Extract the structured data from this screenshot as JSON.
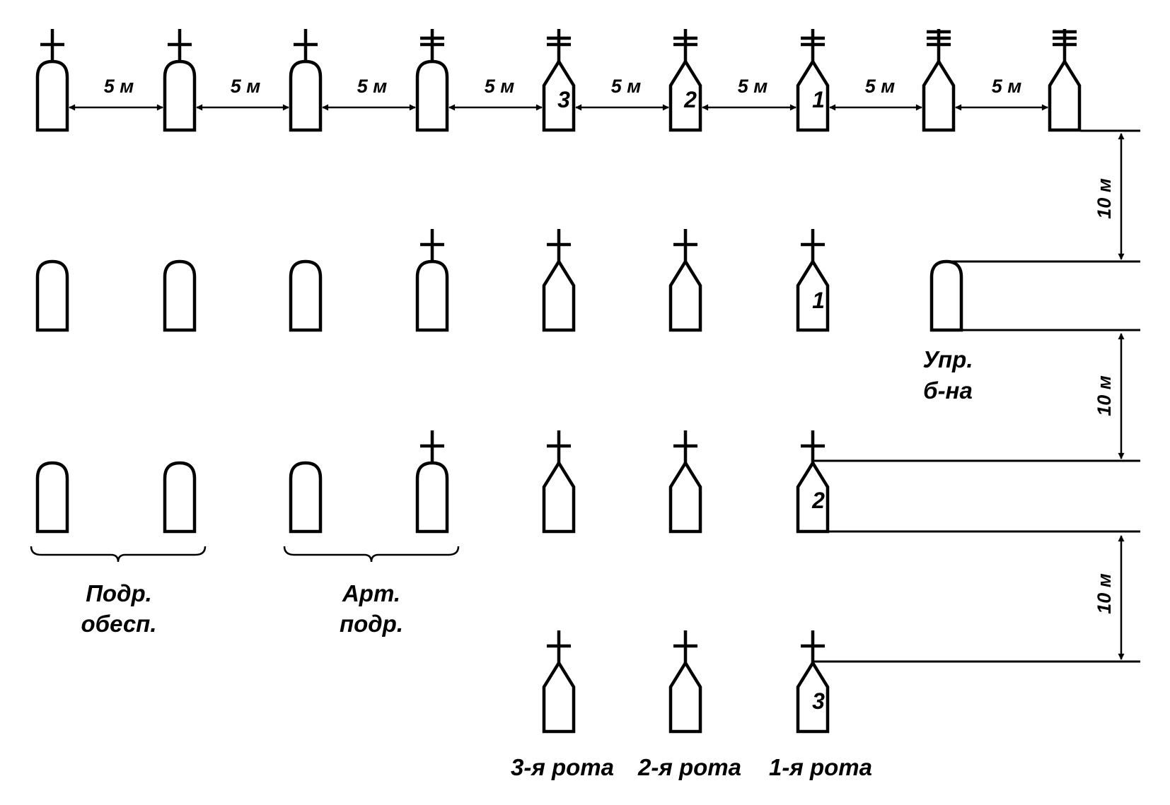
{
  "spacing": {
    "horizontal": "5 м",
    "vertical": "10 м"
  },
  "vehicle_numbers": {
    "top_3": "3",
    "top_2": "2",
    "top_1": "1",
    "co1": "1",
    "co2": "2",
    "co3": "3"
  },
  "labels": {
    "hq_line1": "Упр.",
    "hq_line2": "б-на",
    "support_line1": "Подр.",
    "support_line2": "обесп.",
    "artillery_line1": "Арт.",
    "artillery_line2": "подр.",
    "company_3": "3-я рота",
    "company_2": "2-я рота",
    "company_1": "1-я рота"
  }
}
